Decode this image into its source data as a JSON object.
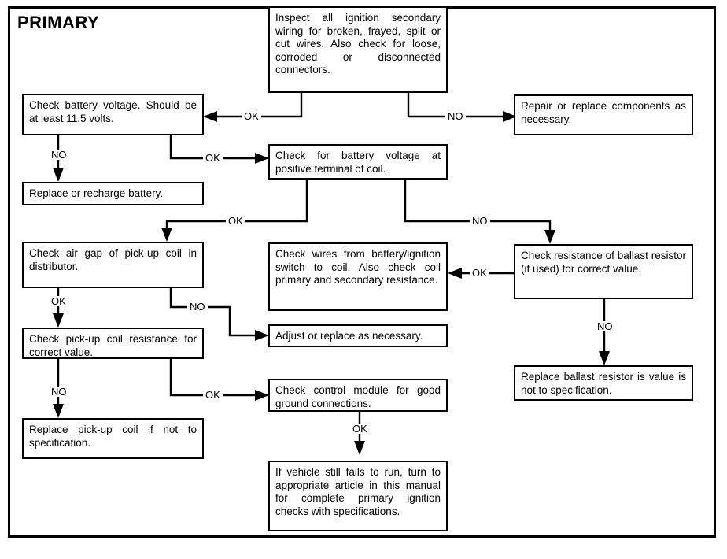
{
  "diagram": {
    "title": "PRIMARY",
    "type": "flowchart",
    "nodes": [
      {
        "id": "inspect-secondary-wiring",
        "text": "Inspect all ignition secondary wiring for broken, frayed, split or cut wires. Also check for loose, corroded or disconnected connectors."
      },
      {
        "id": "check-battery-voltage",
        "text": "Check battery voltage. Should be at least 11.5 volts."
      },
      {
        "id": "repair-or-replace-components",
        "text": "Repair or replace components as necessary."
      },
      {
        "id": "check-battery-voltage-at-coil",
        "text": "Check for battery voltage at positive terminal of coil."
      },
      {
        "id": "replace-or-recharge-battery",
        "text": "Replace or recharge battery."
      },
      {
        "id": "check-air-gap",
        "text": "Check air gap of pick-up coil in distributor."
      },
      {
        "id": "check-wires-from-battery",
        "text": "Check wires from battery/ignition switch to coil. Also check coil primary and secondary resistance."
      },
      {
        "id": "check-ballast-resistor",
        "text": "Check resistance of ballast resistor (if used) for correct value."
      },
      {
        "id": "check-pickup-coil-resistance",
        "text": "Check pick-up coil resistance for correct value."
      },
      {
        "id": "adjust-or-replace",
        "text": "Adjust or replace as necessary."
      },
      {
        "id": "replace-ballast-resistor",
        "text": "Replace ballast resistor is value is not to specification."
      },
      {
        "id": "replace-pickup-coil",
        "text": "Replace pick-up coil if not to specification."
      },
      {
        "id": "check-control-module",
        "text": "Check control module for good ground connections."
      },
      {
        "id": "vehicle-still-fails",
        "text": "If vehicle still fails to run, turn to appropriate article in this manual for complete primary ignition checks with specifications."
      }
    ],
    "edge_labels": {
      "inspect_ok": "OK",
      "inspect_no": "NO",
      "battery_ok": "OK",
      "battery_no": "NO",
      "coil_ok": "OK",
      "coil_no": "NO",
      "airgap_ok": "OK",
      "airgap_no": "NO",
      "ballast_ok": "OK",
      "ballast_no": "NO",
      "pickup_ok": "OK",
      "pickup_no": "NO",
      "module_ok": "OK"
    },
    "colors": {
      "ink": "#000000",
      "paper": "#ffffff"
    }
  }
}
